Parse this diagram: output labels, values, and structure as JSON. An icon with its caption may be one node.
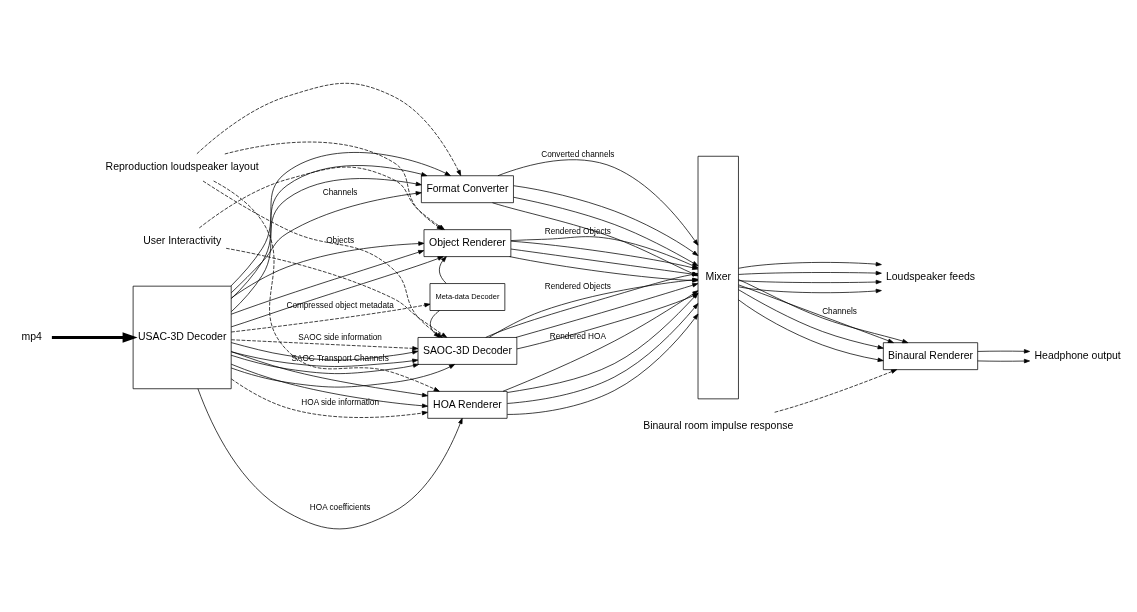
{
  "diagram": {
    "nodes": [
      {
        "text": [
          "USAC-3D Decoder"
        ]
      },
      {
        "text": [
          "Format Converter"
        ]
      },
      {
        "text": [
          "Object Renderer"
        ]
      },
      {
        "text": [
          "Meta-data Decoder"
        ]
      },
      {
        "text": [
          "SAOC-3D Decoder"
        ]
      },
      {
        "text": [
          "HOA Renderer"
        ]
      },
      {
        "text": [
          "Mixer"
        ]
      },
      {
        "text": [
          "Binaural Renderer"
        ]
      },
      {
        "text": [
          "Reproduction loudspeaker layout"
        ]
      },
      {
        "text": [
          "User Interactivity"
        ]
      },
      {
        "text": [
          "Binaural room impulse response"
        ]
      },
      {
        "text": [
          "Headphone output"
        ]
      },
      {
        "text": [
          "Loudspeaker feeds"
        ]
      },
      {
        "text": [
          "mp4"
        ]
      }
    ],
    "edges": [
      {
        "from": 13,
        "to": 0,
        "arrow": "to",
        "style": "thick"
      },
      {
        "from": 0,
        "to": 1,
        "arrow": "to",
        "label": "Channels"
      },
      {
        "from": 0,
        "to": 1,
        "arrow": "to"
      },
      {
        "from": 0,
        "to": 1,
        "arrow": "to"
      },
      {
        "from": 0,
        "to": 1,
        "arrow": "to"
      },
      {
        "from": 0,
        "to": 2,
        "arrow": "to",
        "label": "Objects"
      },
      {
        "from": 0,
        "to": 2,
        "arrow": "to"
      },
      {
        "from": 0,
        "to": 2,
        "arrow": "to"
      },
      {
        "from": 0,
        "to": 3,
        "arrow": "to",
        "style": "dashed",
        "label": "Compressed object metadata"
      },
      {
        "from": 3,
        "to": 2,
        "arrow": "to"
      },
      {
        "from": 3,
        "to": 4,
        "arrow": "to"
      },
      {
        "from": 0,
        "to": 4,
        "arrow": "to",
        "label": "SAOC Transport Channels"
      },
      {
        "from": 0,
        "to": 4,
        "arrow": "to"
      },
      {
        "from": 0,
        "to": 4,
        "arrow": "to"
      },
      {
        "from": 0,
        "to": 4,
        "arrow": "to"
      },
      {
        "from": 0,
        "to": 4,
        "arrow": "to",
        "style": "dashed",
        "label": "SAOC side information"
      },
      {
        "from": 0,
        "to": 5,
        "arrow": "to",
        "label": "HOA coefficients"
      },
      {
        "from": 0,
        "to": 5,
        "arrow": "to"
      },
      {
        "from": 0,
        "to": 5,
        "arrow": "to"
      },
      {
        "from": 0,
        "to": 5,
        "arrow": "to",
        "style": "dashed",
        "label": "HOA side information"
      },
      {
        "from": 8,
        "to": 1,
        "arrow": "to",
        "style": "dashed"
      },
      {
        "from": 8,
        "to": 2,
        "arrow": "to",
        "style": "dashed"
      },
      {
        "from": 8,
        "to": 4,
        "arrow": "to",
        "style": "dashed"
      },
      {
        "from": 8,
        "to": 5,
        "arrow": "to",
        "style": "dashed"
      },
      {
        "from": 9,
        "to": 2,
        "arrow": "to",
        "style": "dashed"
      },
      {
        "from": 9,
        "to": 4,
        "arrow": "to",
        "style": "dashed"
      },
      {
        "from": 1,
        "to": 6,
        "arrow": "to",
        "label": "Converted channels"
      },
      {
        "from": 1,
        "to": 6,
        "arrow": "to"
      },
      {
        "from": 1,
        "to": 6,
        "arrow": "to"
      },
      {
        "from": 1,
        "to": 6,
        "arrow": "to"
      },
      {
        "from": 2,
        "to": 6,
        "arrow": "to",
        "label": "Rendered Objects"
      },
      {
        "from": 2,
        "to": 6,
        "arrow": "to"
      },
      {
        "from": 2,
        "to": 6,
        "arrow": "to"
      },
      {
        "from": 2,
        "to": 6,
        "arrow": "to"
      },
      {
        "from": 4,
        "to": 6,
        "arrow": "to",
        "label": "Rendered Objects"
      },
      {
        "from": 4,
        "to": 6,
        "arrow": "to"
      },
      {
        "from": 4,
        "to": 6,
        "arrow": "to"
      },
      {
        "from": 4,
        "to": 6,
        "arrow": "to"
      },
      {
        "from": 5,
        "to": 6,
        "arrow": "to",
        "label": "Rendered HOA"
      },
      {
        "from": 5,
        "to": 6,
        "arrow": "to"
      },
      {
        "from": 5,
        "to": 6,
        "arrow": "to"
      },
      {
        "from": 5,
        "to": 6,
        "arrow": "to"
      },
      {
        "from": 6,
        "to": 7,
        "arrow": "to",
        "label": "Channels"
      },
      {
        "from": 6,
        "to": 7,
        "arrow": "to"
      },
      {
        "from": 6,
        "to": 7,
        "arrow": "to"
      },
      {
        "from": 6,
        "to": 7,
        "arrow": "to"
      },
      {
        "from": 10,
        "to": 7,
        "arrow": "to",
        "style": "dashed"
      },
      {
        "from": 7,
        "to": 11,
        "arrow": "to"
      },
      {
        "from": 7,
        "to": 11,
        "arrow": "to"
      },
      {
        "from": 6,
        "to": 12,
        "arrow": "to"
      },
      {
        "from": 6,
        "to": 12,
        "arrow": "to"
      },
      {
        "from": 6,
        "to": 12,
        "arrow": "to"
      },
      {
        "from": 6,
        "to": 12,
        "arrow": "to"
      }
    ]
  }
}
